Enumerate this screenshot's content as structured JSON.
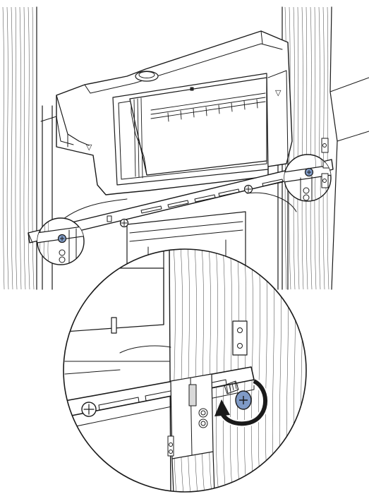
{
  "figure": {
    "labels": {
      "upper_mark_right": "▽",
      "upper_mark_left": "▽"
    },
    "colors": {
      "line": "#1a1a1a",
      "screw_highlight": "#7f9ac6",
      "screw_dark": "#3f5c91",
      "highlight_fill": "#d9d9d9",
      "background": "#ffffff"
    },
    "callouts": [
      {
        "name": "left-screw-callout",
        "target": "left-anchor-screw"
      },
      {
        "name": "right-screw-callout",
        "target": "right-anchor-screw"
      }
    ],
    "detail": {
      "action": "tighten-clockwise",
      "icon": "rotate-arrow-icon"
    }
  }
}
